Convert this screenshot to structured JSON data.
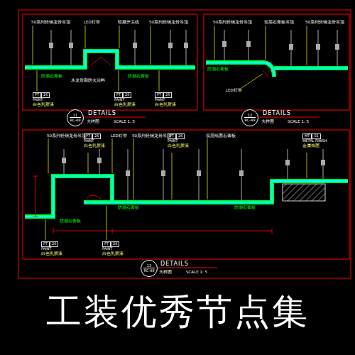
{
  "diagram": {
    "title": "工装优秀节点集",
    "nodes": [
      {
        "text": [
          "11",
          "RC-49"
        ]
      },
      {
        "text": [
          "12",
          "RC-49"
        ]
      },
      {
        "text": [
          "13",
          "RC-49"
        ]
      }
    ],
    "labels": [
      "50系列轻钢龙骨吊顶",
      "LED灯带",
      "暗藏开关线",
      "50系列轻钢龙骨吊顶",
      "防潮石膏板",
      "木龙骨刷防火涂料",
      "防潮石膏板",
      "PT",
      "26",
      "PAINT",
      "白色乳胶漆",
      "PT",
      "26",
      "PAINT",
      "白色乳胶漆",
      "PT",
      "26",
      "PAINT",
      "白色乳胶漆",
      "DETAILS",
      "大样图",
      "SCALE 1: 5",
      "50系列轻钢龙骨吊顶",
      "双层石膏板吊顶",
      "50系列轻钢龙骨吊顶",
      "防潮石膏板",
      "LED灯带",
      "DETAILS",
      "大样图",
      "SCALE 1: 5",
      "50系列轻钢龙骨吊顶",
      "PT",
      "26",
      "PAINT",
      "白色乳胶漆",
      "LED灯带",
      "50系列轻钢龙骨吊顶",
      "PT",
      "26",
      "PAINT",
      "白色乳胶漆",
      "双层纸面石膏板",
      "MT",
      "01",
      "METAL FINISH",
      "金属饰面",
      "防潮石膏板",
      "防潮石膏板",
      "防潮石膏板",
      "PT",
      "26",
      "PAINT",
      "白色乳胶漆",
      "PT",
      "26",
      "PAINT",
      "白色乳胶漆",
      "DETAILS",
      "大样图",
      "SCALE 1: 5"
    ]
  }
}
